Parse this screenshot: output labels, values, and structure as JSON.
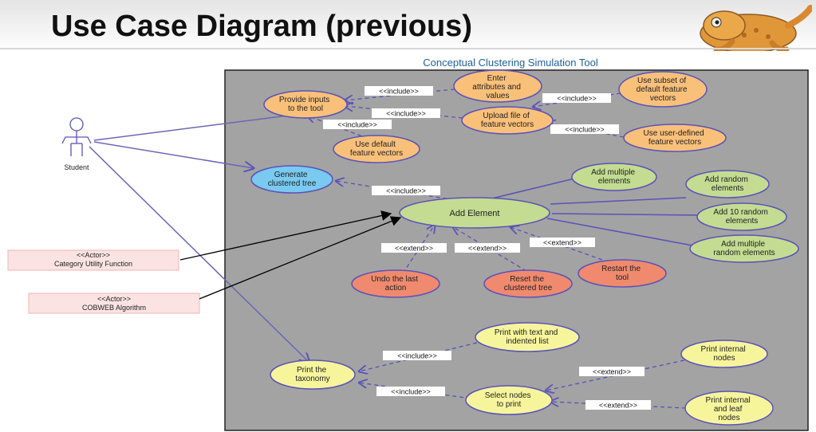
{
  "slide": {
    "title": "Use Case Diagram (previous)"
  },
  "diagram": {
    "header": "Conceptual Clustering Simulation Tool",
    "actors": {
      "student": "Student",
      "category_utility": [
        "<<Actor>>",
        "Category Utility Function"
      ],
      "cobweb": [
        "<<Actor>>",
        "COBWEB Algorithm"
      ]
    },
    "use_cases": {
      "enter_attributes": [
        "Enter",
        "attributes and",
        "values"
      ],
      "provide_inputs": [
        "Provide inputs",
        "to the tool"
      ],
      "upload_file": [
        "Upload file of",
        "feature vectors"
      ],
      "use_subset": [
        "Use subset of",
        "default feature",
        "vectors"
      ],
      "use_user_defined": [
        "Use user-defined",
        "feature vectors"
      ],
      "use_default": [
        "Use default",
        "feature vectors"
      ],
      "generate_tree": [
        "Generate",
        "clustered tree"
      ],
      "add_element": [
        "Add Element"
      ],
      "add_multiple_elements": [
        "Add multiple",
        "elements"
      ],
      "add_random_elements": [
        "Add random",
        "elements"
      ],
      "add_10_random": [
        "Add 10 random",
        "elements"
      ],
      "add_multiple_random": [
        "Add multiple",
        "random elements"
      ],
      "undo_last_action": [
        "Undo the last",
        "action"
      ],
      "reset_tree": [
        "Reset the",
        "clustered tree"
      ],
      "restart_tool": [
        "Restart the",
        "tool"
      ],
      "print_taxonomy": [
        "Print the",
        "taxonomy"
      ],
      "print_text_list": [
        "Print with text and",
        "indented list"
      ],
      "print_internal": [
        "Print internal",
        "nodes"
      ],
      "select_nodes": [
        "Select nodes",
        "to print"
      ],
      "print_internal_leaf": [
        "Print internal",
        "and leaf",
        "nodes"
      ]
    },
    "relations": {
      "include": "<<include>>",
      "extend": "<<extend>>"
    },
    "colors": {
      "background": "#a3a3a3",
      "orange": "#f9c07a",
      "blue": "#79c9f0",
      "green": "#c3dc92",
      "red": "#f08a6e",
      "yellow": "#f7f59c",
      "ellipse_stroke": "#5b52b8",
      "association": "#6a67b5",
      "actor_box_fill": "#fbe3e3",
      "actor_box_stroke": "#f0b4b4",
      "header_color": "#1f5f9a"
    }
  }
}
